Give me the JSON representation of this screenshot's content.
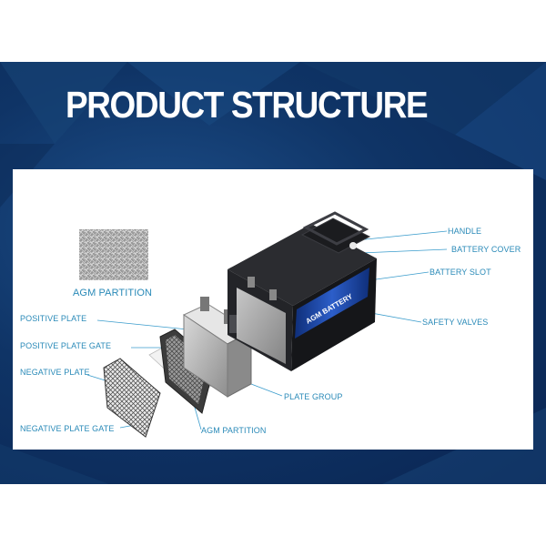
{
  "title": "PRODUCT STRUCTURE",
  "battery_badge": "AGM BATTERY",
  "labels": {
    "agm_partition_top": "AGM PARTITION",
    "positive_plate": "POSITIVE PLATE",
    "positive_plate_gate": "POSITIVE PLATE GATE",
    "negative_plate": "NEGATIVE PLATE",
    "negative_plate_gate": "NEGATIVE PLATE GATE",
    "agm_partition_bottom": "AGM PARTITION",
    "plate_group": "PLATE GROUP",
    "handle": "HANDLE",
    "battery_cover": "BATTERY COVER",
    "battery_slot": "BATTERY SLOT",
    "safety_valves": "SAFETY VALVES"
  },
  "colors": {
    "banner": "#0f3466",
    "label": "#2a8ab8",
    "leader": "#3a9ccc",
    "battery_body": "#1e1f22",
    "battery_label": "#1a3d8f"
  }
}
